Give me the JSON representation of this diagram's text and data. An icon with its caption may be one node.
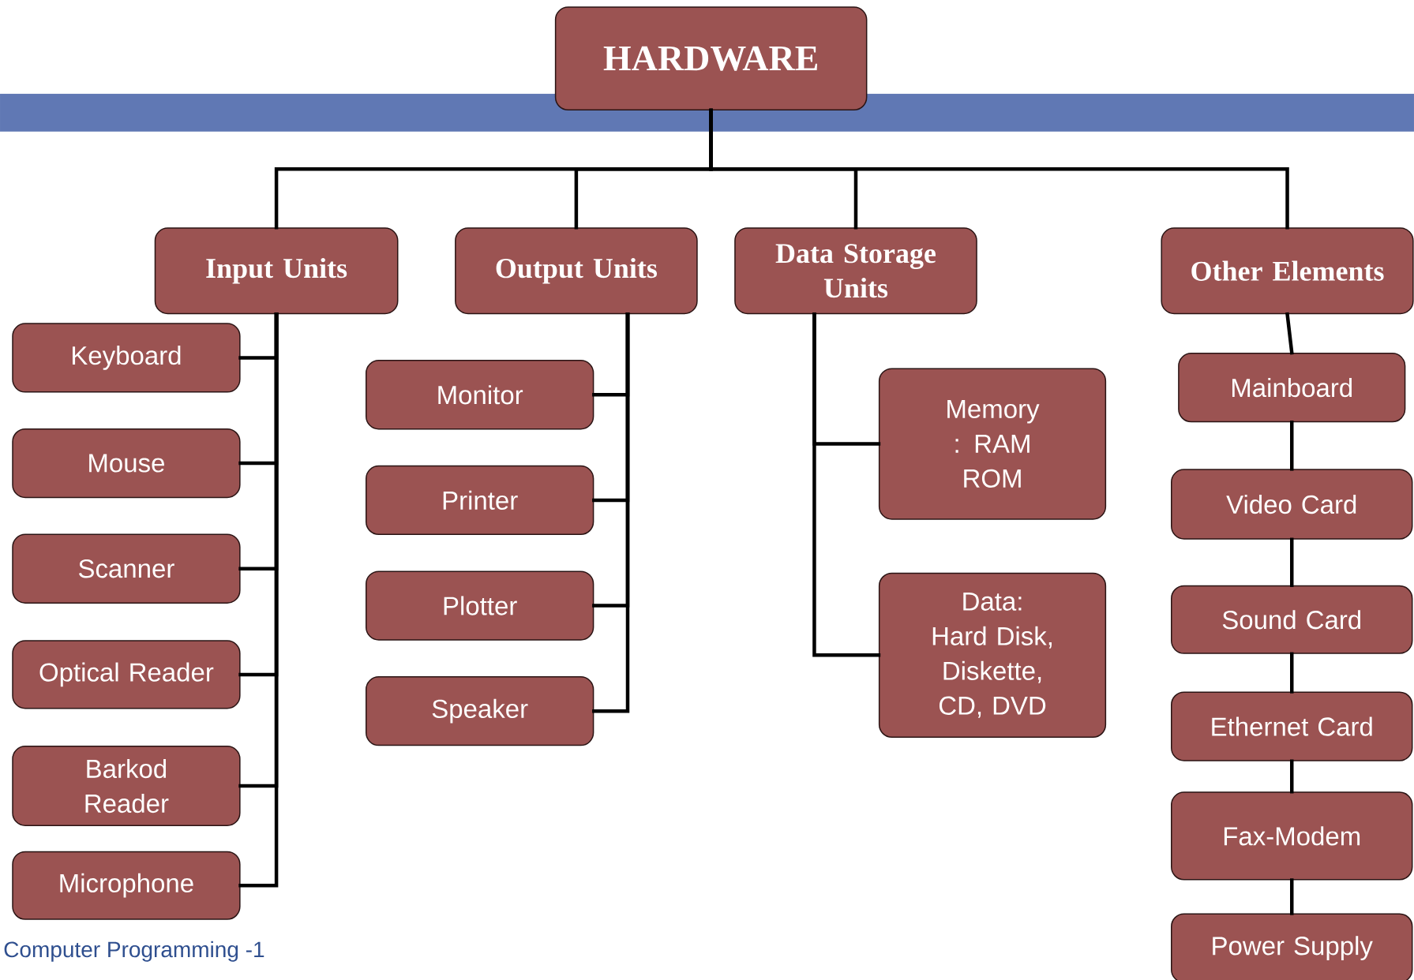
{
  "diagram": {
    "nodes": [
      {
        "text": [
          "HARDWARE"
        ]
      },
      {
        "text": [
          "Input Units"
        ]
      },
      {
        "text": [
          "Output Units"
        ]
      },
      {
        "text": [
          "Data Storage Units"
        ]
      },
      {
        "text": [
          "Other Elements"
        ]
      },
      {
        "text": [
          "Keyboard"
        ]
      },
      {
        "text": [
          "Mouse"
        ]
      },
      {
        "text": [
          "Scanner"
        ]
      },
      {
        "text": [
          "Optical Reader"
        ]
      },
      {
        "text": [
          "Barkod Reader"
        ]
      },
      {
        "text": [
          "Microphone"
        ]
      },
      {
        "text": [
          "Monitor"
        ]
      },
      {
        "text": [
          "Printer"
        ]
      },
      {
        "text": [
          "Plotter"
        ]
      },
      {
        "text": [
          "Speaker"
        ]
      },
      {
        "text": [
          "Memory : RAM ROM"
        ]
      },
      {
        "text": [
          "Data: Hard Disk, Diskette, CD, DVD"
        ]
      },
      {
        "text": [
          "Mainboard"
        ]
      },
      {
        "text": [
          "Video Card"
        ]
      },
      {
        "text": [
          "Sound Card"
        ]
      },
      {
        "text": [
          "Ethernet Card"
        ]
      },
      {
        "text": [
          "Fax-Modem"
        ]
      },
      {
        "text": [
          "Power Supply"
        ]
      }
    ],
    "edges": [
      {
        "from": 0,
        "to": 1,
        "arrow": "none"
      },
      {
        "from": 0,
        "to": 2,
        "arrow": "none"
      },
      {
        "from": 0,
        "to": 3,
        "arrow": "none"
      },
      {
        "from": 0,
        "to": 4,
        "arrow": "none"
      },
      {
        "from": 1,
        "to": 5,
        "arrow": "none"
      },
      {
        "from": 1,
        "to": 6,
        "arrow": "none"
      },
      {
        "from": 1,
        "to": 7,
        "arrow": "none"
      },
      {
        "from": 1,
        "to": 8,
        "arrow": "none"
      },
      {
        "from": 1,
        "to": 9,
        "arrow": "none"
      },
      {
        "from": 1,
        "to": 10,
        "arrow": "none"
      },
      {
        "from": 2,
        "to": 11,
        "arrow": "none"
      },
      {
        "from": 2,
        "to": 12,
        "arrow": "none"
      },
      {
        "from": 2,
        "to": 13,
        "arrow": "none"
      },
      {
        "from": 2,
        "to": 14,
        "arrow": "none"
      },
      {
        "from": 3,
        "to": 15,
        "arrow": "none"
      },
      {
        "from": 3,
        "to": 16,
        "arrow": "none"
      },
      {
        "from": 4,
        "to": 17,
        "arrow": "none"
      },
      {
        "from": 17,
        "to": 18,
        "arrow": "none"
      },
      {
        "from": 18,
        "to": 19,
        "arrow": "none"
      },
      {
        "from": 19,
        "to": 20,
        "arrow": "none"
      },
      {
        "from": 20,
        "to": 21,
        "arrow": "none"
      },
      {
        "from": 21,
        "to": 22,
        "arrow": "none"
      }
    ],
    "labels": [
      "Computer Programming -1"
    ]
  }
}
